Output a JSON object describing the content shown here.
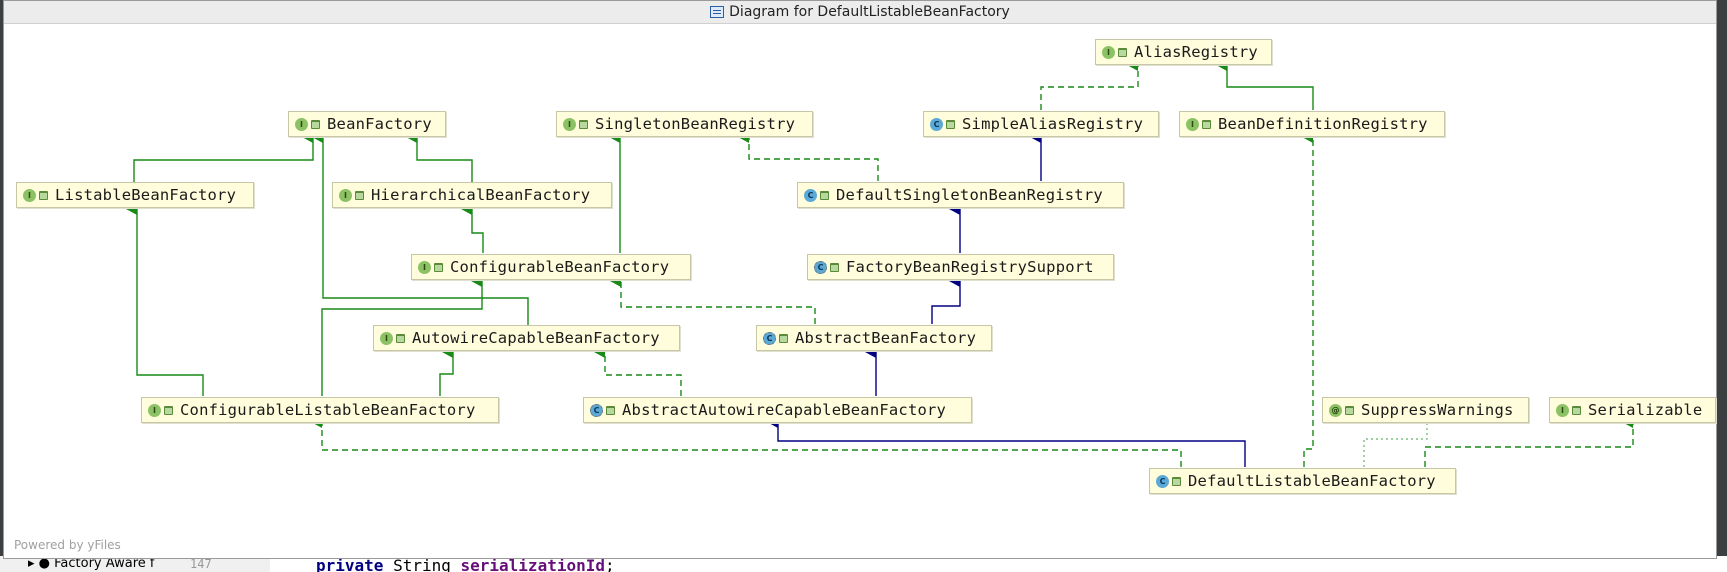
{
  "window": {
    "title": "Diagram for DefaultListableBeanFactory"
  },
  "footer": {
    "powered": "Powered by yFiles"
  },
  "colors": {
    "extends": "#000080",
    "implements": "#178a17",
    "inner": "#2e9a2e"
  },
  "nodes": {
    "alias_registry": {
      "label": "AliasRegistry",
      "badge": "I"
    },
    "bean_factory": {
      "label": "BeanFactory",
      "badge": "I"
    },
    "singleton_bean_registry": {
      "label": "SingletonBeanRegistry",
      "badge": "I"
    },
    "simple_alias_registry": {
      "label": "SimpleAliasRegistry",
      "badge": "C"
    },
    "bean_definition_registry": {
      "label": "BeanDefinitionRegistry",
      "badge": "I"
    },
    "listable_bean_factory": {
      "label": "ListableBeanFactory",
      "badge": "I"
    },
    "hierarchical_bean_factory": {
      "label": "HierarchicalBeanFactory",
      "badge": "I"
    },
    "default_singleton_bean_registry": {
      "label": "DefaultSingletonBeanRegistry",
      "badge": "C"
    },
    "configurable_bean_factory": {
      "label": "ConfigurableBeanFactory",
      "badge": "I"
    },
    "factory_bean_registry_support": {
      "label": "FactoryBeanRegistrySupport",
      "badge": "C"
    },
    "autowire_capable_bean_factory": {
      "label": "AutowireCapableBeanFactory",
      "badge": "I"
    },
    "abstract_bean_factory": {
      "label": "AbstractBeanFactory",
      "badge": "C"
    },
    "configurable_listable_bean_factory": {
      "label": "ConfigurableListableBeanFactory",
      "badge": "I"
    },
    "abstract_autowire_capable_bean_factory": {
      "label": "AbstractAutowireCapableBeanFactory",
      "badge": "C"
    },
    "suppress_warnings": {
      "label": "SuppressWarnings",
      "badge": "@"
    },
    "serializable": {
      "label": "Serializable",
      "badge": "I"
    },
    "default_listable_bean_factory": {
      "label": "DefaultListableBeanFactory",
      "badge": "C"
    }
  },
  "ide": {
    "line_number": "147",
    "tree_item": "▸ ● Factory Aware f",
    "code_kw": "private",
    "code_type": " String ",
    "code_field": "serializationId",
    "code_end": ";"
  }
}
